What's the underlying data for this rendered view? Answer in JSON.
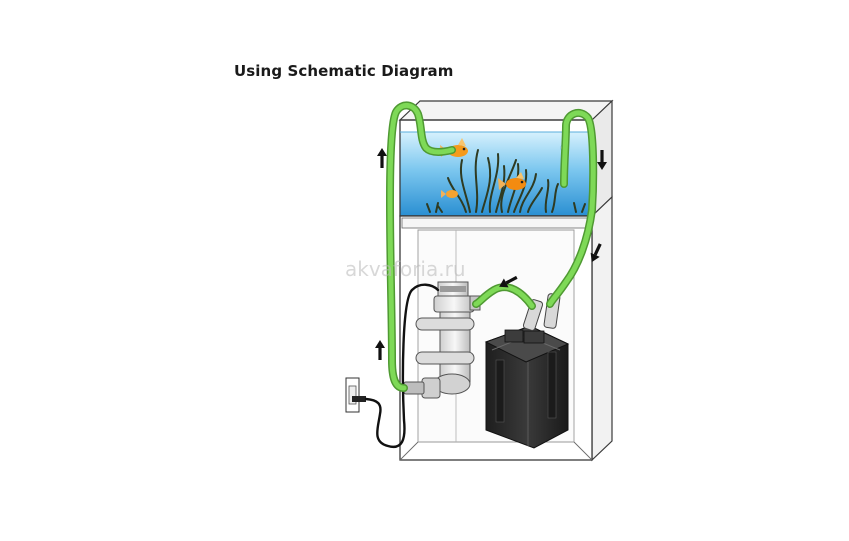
{
  "title": "Using Schematic Diagram",
  "watermark": "akvaforia.ru",
  "components": {
    "tank": "aquarium-tank",
    "cabinet": "aquarium-cabinet",
    "filter": "canister-filter",
    "heater": "inline-heater-uv-unit",
    "outlet": "wall-power-outlet"
  },
  "colors": {
    "hose": "#7ed957",
    "hose_edge": "#4f9a32",
    "water_top": "#cfeefd",
    "water_bottom": "#2e9ad8",
    "filter_body": "#2b2b2b",
    "fish": "#f59a1c",
    "arrow": "#111111"
  }
}
